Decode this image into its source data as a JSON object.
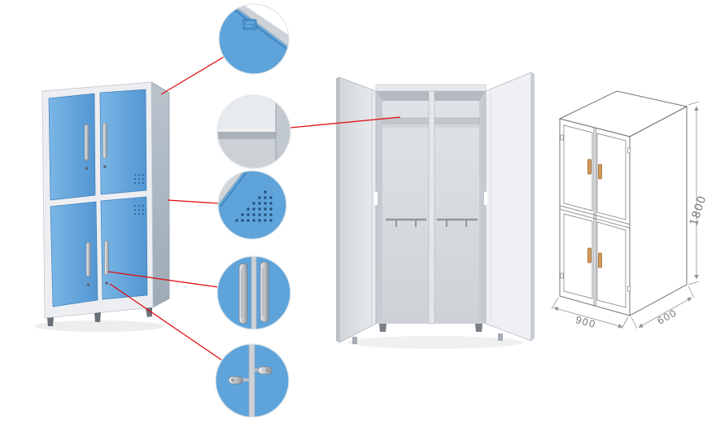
{
  "dimensions": {
    "height": "1800",
    "width": "900",
    "depth": "600"
  },
  "colors": {
    "background": "#ffffff",
    "door_blue": "#5fa6dc",
    "door_blue_dark": "#417fb8",
    "frame_gray": "#eceef1",
    "side_gray": "#aeb9c3",
    "interior_gray": "#d8dbe0",
    "open_door_gray": "#e9ebee",
    "connector_red": "#e01010",
    "handle_silver": "#c9ced4",
    "sketch_handle_orange": "#d99b59",
    "sketch_line_gray": "#70757b",
    "dimension_text_gray": "#6f747a"
  },
  "callout_details": [
    {
      "name": "top-corner-detail"
    },
    {
      "name": "interior-shelf-detail"
    },
    {
      "name": "vent-holes-detail"
    },
    {
      "name": "door-handles-detail"
    },
    {
      "name": "cam-locks-detail"
    }
  ]
}
